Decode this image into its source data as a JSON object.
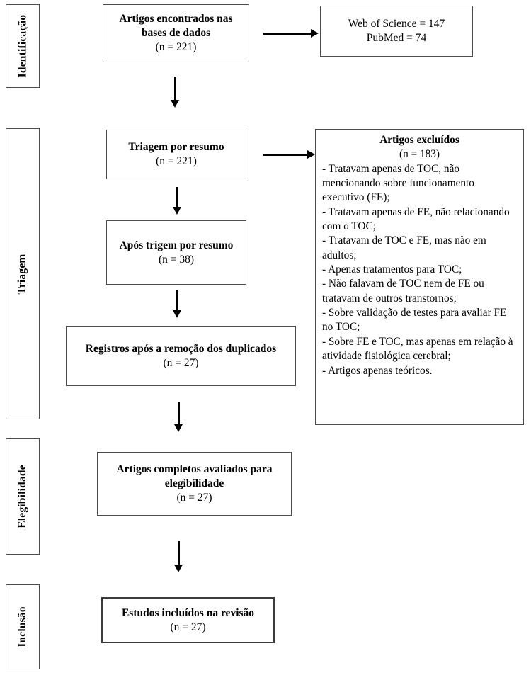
{
  "diagram": {
    "stages": [
      {
        "label": "Identificação"
      },
      {
        "label": "Triagem"
      },
      {
        "label": "Elegibilidade"
      },
      {
        "label": "Inclusão"
      }
    ],
    "boxes": {
      "found": {
        "title": "Artigos encontrados nas bases de dados",
        "n": "(n = 221)"
      },
      "sources": {
        "line1": "Web of Science = 147",
        "line2": "PubMed = 74"
      },
      "screening": {
        "title": "Triagem por resumo",
        "n": "(n = 221)"
      },
      "after_screening": {
        "title": "Após trigem por resumo",
        "n": "(n = 38)"
      },
      "dedup": {
        "title": "Registros após a remoção dos duplicados",
        "n": "(n = 27)"
      },
      "excluded": {
        "title": "Artigos excluídos",
        "n": "(n = 183)",
        "reasons": [
          "- Tratavam apenas de TOC, não mencionando sobre funcionamento executivo (FE);",
          "- Tratavam apenas de FE, não relacionando com o TOC;",
          "- Tratavam de TOC e FE, mas não em adultos;",
          "- Apenas tratamentos para TOC;",
          "- Não falavam de TOC nem de FE ou tratavam de outros transtornos;",
          "- Sobre validação de testes para avaliar FE no TOC;",
          "- Sobre FE e TOC, mas apenas em relação à atividade fisiológica cerebral;",
          "- Artigos apenas teóricos."
        ]
      },
      "eligibility": {
        "title": "Artigos completos avaliados para elegibilidade",
        "n": "(n = 27)"
      },
      "included": {
        "title": "Estudos incluídos na revisão",
        "n": "(n = 27)"
      }
    }
  }
}
